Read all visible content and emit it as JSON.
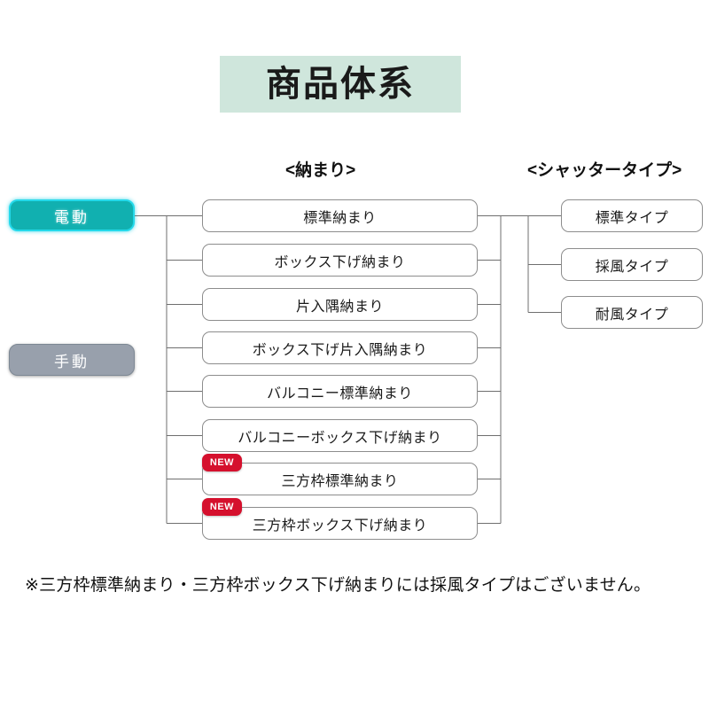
{
  "title": "商品体系",
  "columns": {
    "osamari_header": "<納まり>",
    "shutter_header": "<シャッタータイプ>"
  },
  "modes": [
    {
      "label": "電動",
      "color": "#11b0b0",
      "state": "selected"
    },
    {
      "label": "手動",
      "color": "#98a0ac",
      "state": "inactive"
    }
  ],
  "osamari_items": [
    {
      "label": "標準納まり",
      "badge": ""
    },
    {
      "label": "ボックス下げ納まり",
      "badge": ""
    },
    {
      "label": "片入隅納まり",
      "badge": ""
    },
    {
      "label": "ボックス下げ片入隅納まり",
      "badge": ""
    },
    {
      "label": "バルコニー標準納まり",
      "badge": ""
    },
    {
      "label": "バルコニーボックス下げ納まり",
      "badge": ""
    },
    {
      "label": "三方枠標準納まり",
      "badge": "NEW"
    },
    {
      "label": "三方枠ボックス下げ納まり",
      "badge": "NEW"
    }
  ],
  "shutter_types": [
    {
      "label": "標準タイプ"
    },
    {
      "label": "採風タイプ"
    },
    {
      "label": "耐風タイプ"
    }
  ],
  "footnote": "※三方枠標準納まり・三方枠ボックス下げ納まりには採風タイプはございません。",
  "colors": {
    "title_banner": "#cfe6dc",
    "accent_teal": "#11b0b0",
    "inactive_gray": "#98a0ac",
    "badge_red": "#d5102d",
    "box_border": "#8d8d8d",
    "line": "#6f6f6f"
  }
}
